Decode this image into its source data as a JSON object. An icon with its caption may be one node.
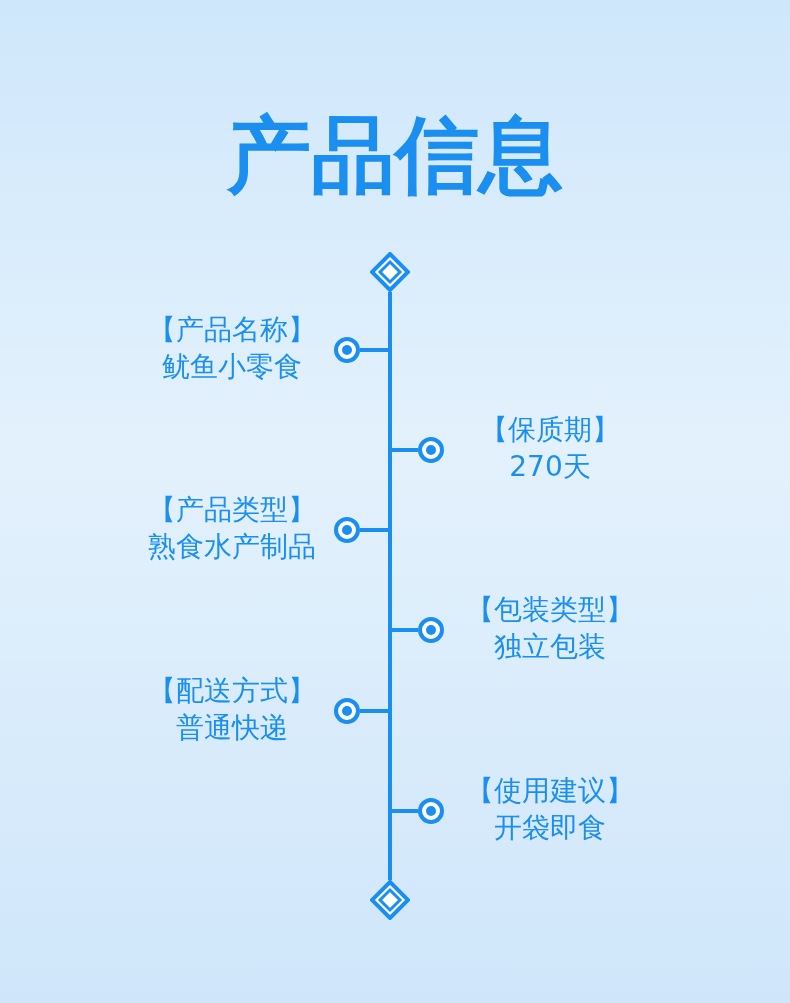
{
  "diagram": {
    "title": "产品信息",
    "nodes": [
      {
        "text": [],
        "shape": "diamond"
      },
      {
        "text": [],
        "shape": "circle",
        "beside": [
          "【产品名称】",
          "鱿鱼小零食"
        ]
      },
      {
        "text": [],
        "shape": "circle",
        "beside": [
          "【保质期】",
          "270天"
        ]
      },
      {
        "text": [],
        "shape": "circle",
        "beside": [
          "【产品类型】",
          "熟食水产制品"
        ]
      },
      {
        "text": [],
        "shape": "circle",
        "beside": [
          "【包装类型】",
          "独立包装"
        ]
      },
      {
        "text": [],
        "shape": "circle",
        "beside": [
          "【配送方式】",
          "普通快递"
        ]
      },
      {
        "text": [],
        "shape": "circle",
        "beside": [
          "【使用建议】",
          "开袋即食"
        ]
      },
      {
        "text": [],
        "shape": "diamond"
      }
    ],
    "edges": [
      {
        "from": 0,
        "to": 7,
        "arrow": "none"
      },
      {
        "from": null,
        "to": 1,
        "arrow": "none"
      },
      {
        "from": null,
        "to": 2,
        "arrow": "none"
      },
      {
        "from": null,
        "to": 3,
        "arrow": "none"
      },
      {
        "from": null,
        "to": 4,
        "arrow": "none"
      },
      {
        "from": null,
        "to": 5,
        "arrow": "none"
      },
      {
        "from": null,
        "to": 6,
        "arrow": "none"
      }
    ]
  }
}
